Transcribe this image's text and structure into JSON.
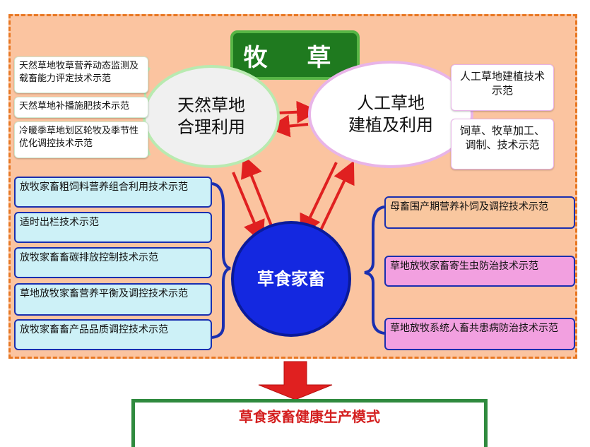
{
  "title": "牧  草",
  "natural": {
    "line1": "天然草地",
    "line2": "合理利用"
  },
  "artificial": {
    "line1": "人工草地",
    "line2": "建植及利用"
  },
  "livestock": "草食家畜",
  "natural_boxes": [
    "天然草地牧草营养动态监测及载畜能力评定技术示范",
    "天然草地补播施肥技术示范",
    "冷暖季草地划区轮牧及季节性优化调控技术示范"
  ],
  "artificial_boxes": [
    "人工草地建植技术示范",
    "饲草、牧草加工、调制、技术示范"
  ],
  "left_boxes": [
    "放牧家畜粗饲料营养组合利用技术示范",
    "适时出栏技术示范",
    "放牧家畜畜碳排放控制技术示范",
    "草地放牧家畜营养平衡及调控技术示范",
    "放牧家畜畜产品品质调控技术示范"
  ],
  "right_boxes": [
    "母畜围产期营养补饲及调控技术示范",
    "草地放牧家畜寄生虫防治技术示范",
    "草地放牧系统人畜共患病防治技术示范"
  ],
  "result": "草食家畜健康生产模式",
  "colors": {
    "frame_fill": "#fbc4a0",
    "frame_border": "#e87722",
    "title_green": "#1f7a1f",
    "livestock_blue": "#1428e0",
    "arrow_red": "#e02020"
  }
}
